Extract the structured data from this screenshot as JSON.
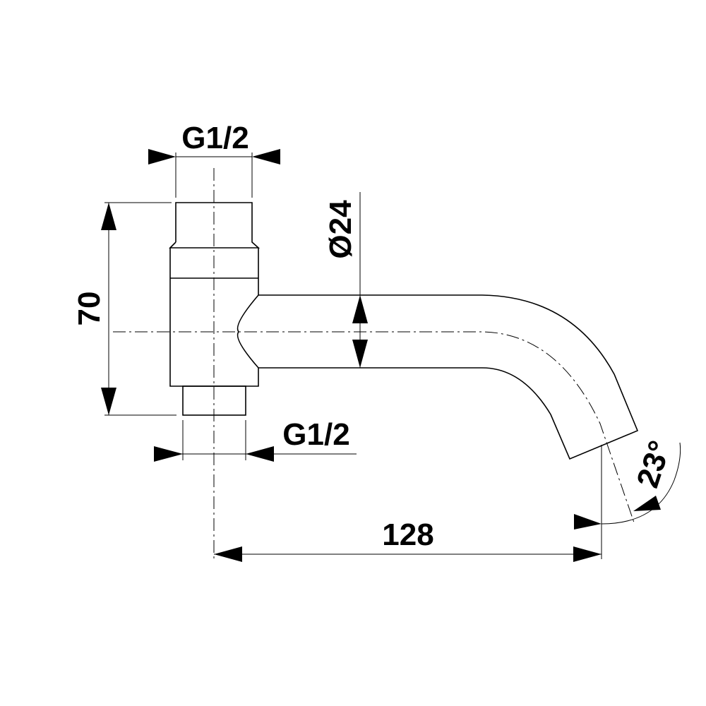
{
  "drawing": {
    "top_thread_label": "G1/2",
    "bottom_thread_label": "G1/2",
    "diameter_label": "Ø24",
    "height_label": "70",
    "length_label": "128",
    "angle_label": "23°"
  }
}
